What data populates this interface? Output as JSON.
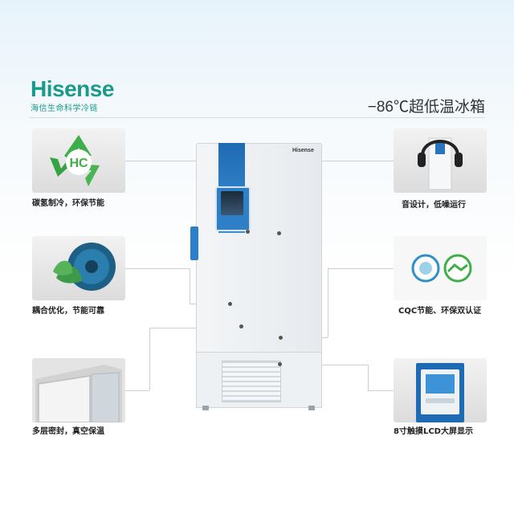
{
  "brand": {
    "name": "Hisense",
    "subtitle": "海信生命科学冷链"
  },
  "headline": "−86℃超低温冰箱",
  "product": {
    "brand_label": "Hisense"
  },
  "features": {
    "left": [
      {
        "caption": "碳氢制冷，环保节能",
        "badge": "HC"
      },
      {
        "caption": "耦合优化，节能可靠"
      },
      {
        "caption": "多层密封，真空保温"
      }
    ],
    "right": [
      {
        "caption": "音设计，低噪运行"
      },
      {
        "caption": "CQC节能、环保双认证"
      },
      {
        "caption": "8寸触摸LCD大屏显示"
      }
    ]
  },
  "colors": {
    "brand_teal": "#1a9a8c",
    "panel_blue": "#1f6bb3",
    "cert_green": "#3fae4a"
  }
}
